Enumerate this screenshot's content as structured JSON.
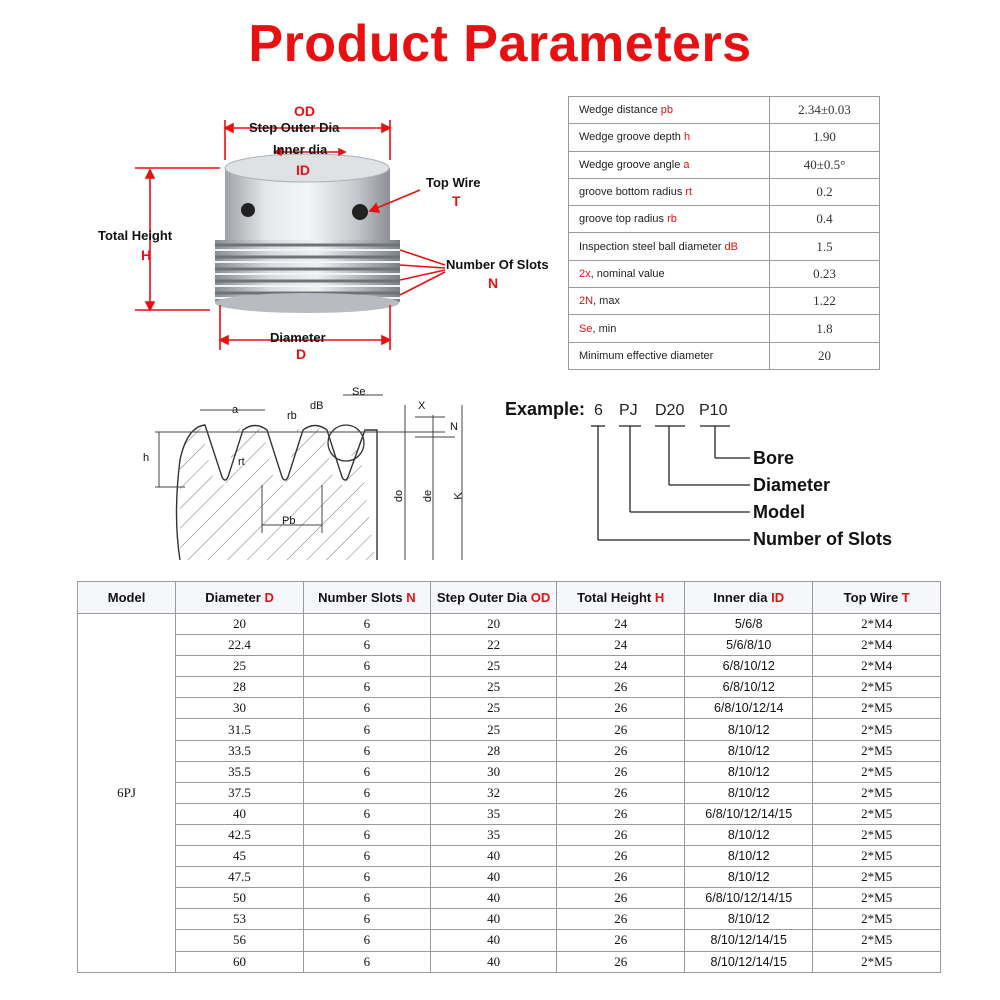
{
  "title": "Product Parameters",
  "diagram_labels": {
    "od": "OD",
    "step_outer_dia": "Step Outer Dia",
    "inner_dia": "Inner dia",
    "id": "ID",
    "top_wire": "Top Wire",
    "t": "T",
    "total_height": "Total Height",
    "h": "H",
    "number_of_slots": "Number Of Slots",
    "n": "N",
    "diameter": "Diameter",
    "d": "D"
  },
  "profile_labels": {
    "a": "a",
    "rb": "rb",
    "dB": "dB",
    "se": "Se",
    "x": "X",
    "n": "N",
    "h": "h",
    "rt": "rt",
    "pb": "Pb",
    "do": "do",
    "de": "de",
    "k": "K"
  },
  "params": [
    {
      "name": "Wedge distance ",
      "sym": "pb",
      "value": "2.34±0.03"
    },
    {
      "name": "Wedge groove depth ",
      "sym": "h",
      "value": "1.90"
    },
    {
      "name": "Wedge groove angle ",
      "sym": "a",
      "value": "40±0.5°"
    },
    {
      "name": "groove bottom radius ",
      "sym": "rt",
      "value": "0.2"
    },
    {
      "name": "groove top radius ",
      "sym": "rb",
      "value": "0.4"
    },
    {
      "name": "Inspection steel ball diameter ",
      "sym": "dB",
      "value": "1.5"
    },
    {
      "name": "",
      "sym": "2x",
      "suffix": ", nominal value",
      "value": "0.23"
    },
    {
      "name": "",
      "sym": "2N",
      "suffix": ", max",
      "value": "1.22"
    },
    {
      "name": "",
      "sym": "Se",
      "suffix": ", min",
      "value": "1.8"
    },
    {
      "name": "Minimum effective diameter",
      "sym": "",
      "value": "20"
    }
  ],
  "example": {
    "label": "Example:",
    "codes": [
      "6",
      "PJ",
      "D20",
      "P10"
    ],
    "legend": [
      "Bore",
      "Diameter",
      "Model",
      "Number of Slots"
    ]
  },
  "table": {
    "headers": [
      {
        "text": "Model",
        "sym": ""
      },
      {
        "text": "Diameter ",
        "sym": "D"
      },
      {
        "text": "Number Slots ",
        "sym": "N"
      },
      {
        "text": "Step Outer Dia ",
        "sym": "OD"
      },
      {
        "text": "Total Height ",
        "sym": "H"
      },
      {
        "text": "Inner dia  ",
        "sym": "ID"
      },
      {
        "text": "Top Wire ",
        "sym": "T"
      }
    ],
    "model": "6PJ",
    "rows": [
      [
        "20",
        "6",
        "20",
        "24",
        "5/6/8",
        "2*M4"
      ],
      [
        "22.4",
        "6",
        "22",
        "24",
        "5/6/8/10",
        "2*M4"
      ],
      [
        "25",
        "6",
        "25",
        "24",
        "6/8/10/12",
        "2*M4"
      ],
      [
        "28",
        "6",
        "25",
        "26",
        "6/8/10/12",
        "2*M5"
      ],
      [
        "30",
        "6",
        "25",
        "26",
        "6/8/10/12/14",
        "2*M5"
      ],
      [
        "31.5",
        "6",
        "25",
        "26",
        "8/10/12",
        "2*M5"
      ],
      [
        "33.5",
        "6",
        "28",
        "26",
        "8/10/12",
        "2*M5"
      ],
      [
        "35.5",
        "6",
        "30",
        "26",
        "8/10/12",
        "2*M5"
      ],
      [
        "37.5",
        "6",
        "32",
        "26",
        "8/10/12",
        "2*M5"
      ],
      [
        "40",
        "6",
        "35",
        "26",
        "6/8/10/12/14/15",
        "2*M5"
      ],
      [
        "42.5",
        "6",
        "35",
        "26",
        "8/10/12",
        "2*M5"
      ],
      [
        "45",
        "6",
        "40",
        "26",
        "8/10/12",
        "2*M5"
      ],
      [
        "47.5",
        "6",
        "40",
        "26",
        "8/10/12",
        "2*M5"
      ],
      [
        "50",
        "6",
        "40",
        "26",
        "6/8/10/12/14/15",
        "2*M5"
      ],
      [
        "53",
        "6",
        "40",
        "26",
        "8/10/12",
        "2*M5"
      ],
      [
        "56",
        "6",
        "40",
        "26",
        "8/10/12/14/15",
        "2*M5"
      ],
      [
        "60",
        "6",
        "40",
        "26",
        "8/10/12/14/15",
        "2*M5"
      ]
    ]
  }
}
